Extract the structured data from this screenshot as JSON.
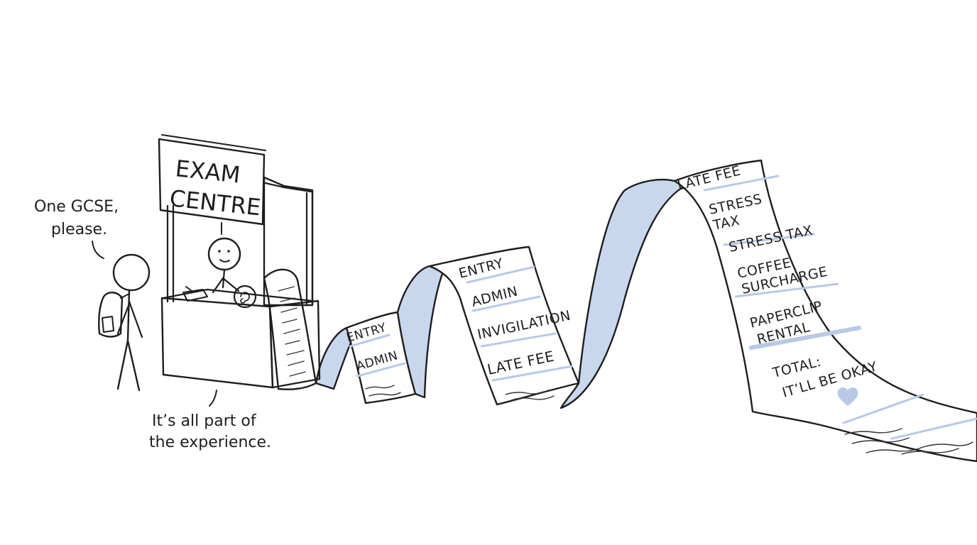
{
  "booth": {
    "sign_line1": "EXAM",
    "sign_line2": "CENTRE"
  },
  "speech": {
    "student_line1": "One GCSE,",
    "student_line2": "please.",
    "caption_line1": "It’s all part of",
    "caption_line2": "the experience."
  },
  "receipt": {
    "seg1": [
      "ENTRY",
      "ADMIN"
    ],
    "seg2": [
      "ENTRY",
      "ADMIN",
      "INVIGILATION",
      "LATE FEE"
    ],
    "seg3": {
      "late_fee": "LATE FEE",
      "stress_tax_a1": "STRESS",
      "stress_tax_a2": "TAX",
      "stress_tax_b": "STRESS TAX",
      "coffee_1": "COFFEE",
      "coffee_2": "SURCHARGE",
      "paperclip_1": "PAPERCLIP",
      "paperclip_2": "RENTAL",
      "total_1": "TOTAL:",
      "total_2": "IT’LL BE OKAY"
    }
  },
  "colors": {
    "ink": "#1e1e1e",
    "accent": "#c9d7ee",
    "rule": "#b8c9e6",
    "heart": "#b8c9e6"
  }
}
